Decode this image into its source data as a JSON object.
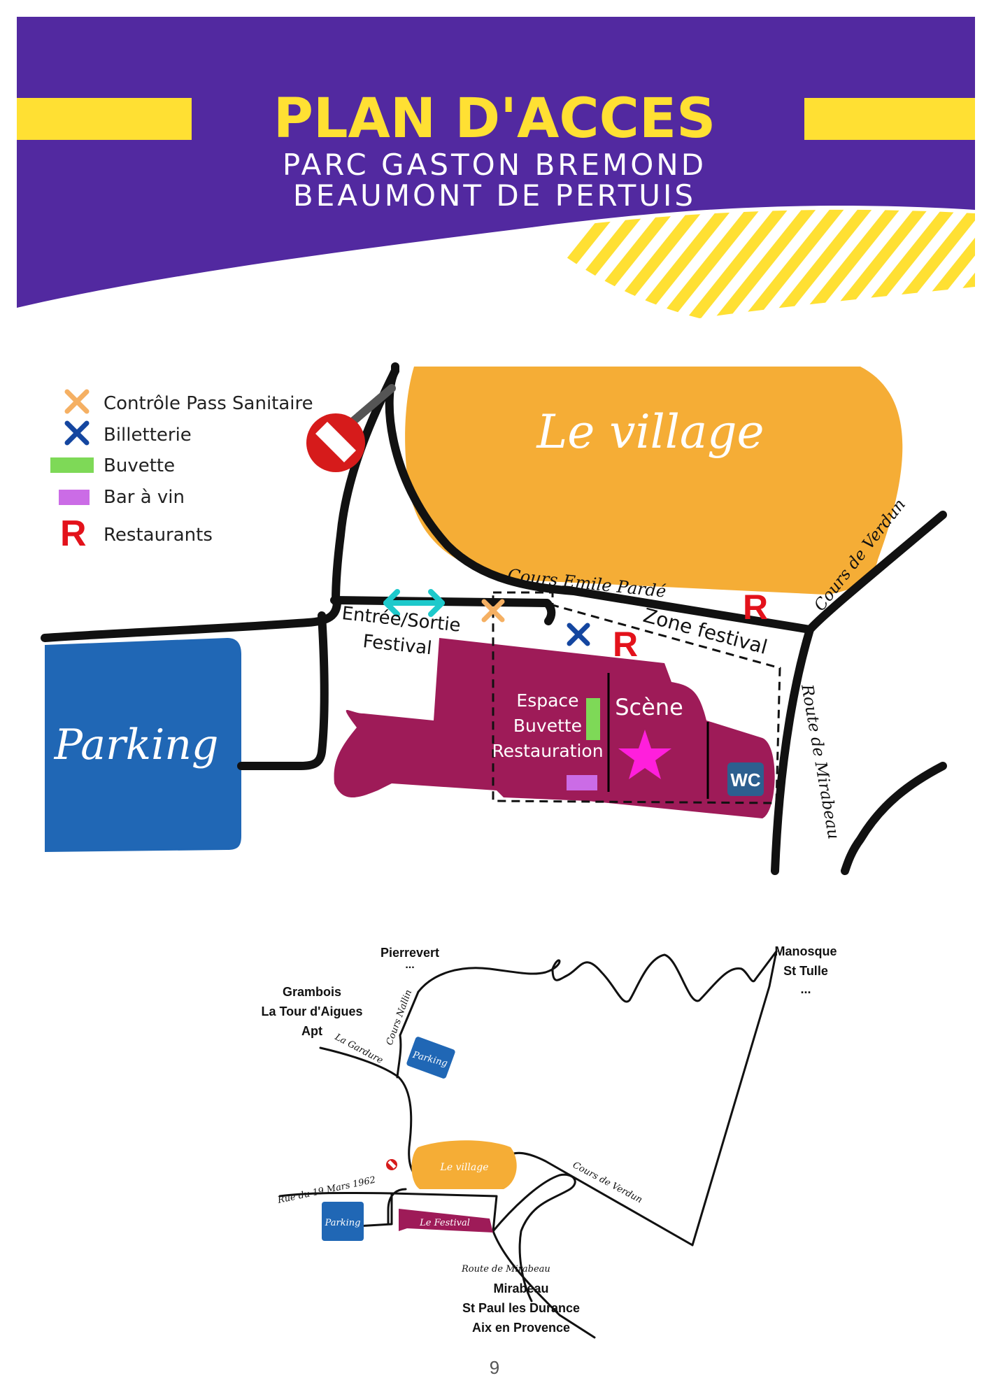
{
  "header": {
    "title": "PLAN D'ACCES",
    "subtitle_line1": "PARC GASTON BREMOND",
    "subtitle_line2": "BEAUMONT DE PERTUIS",
    "colors": {
      "band": "#5229a0",
      "accent": "#ffe033"
    }
  },
  "legend": [
    {
      "symbol": "orange-cross-icon",
      "color": "#f5b063",
      "label": "Contrôle Pass Sanitaire"
    },
    {
      "symbol": "blue-cross-icon",
      "color": "#1446a0",
      "label": "Billetterie"
    },
    {
      "symbol": "green-rect",
      "color": "#7ed957",
      "label": "Buvette"
    },
    {
      "symbol": "violet-rect",
      "color": "#cb6ce6",
      "label": "Bar à vin"
    },
    {
      "symbol": "red-r",
      "color": "#e3121b",
      "label": "Restaurants"
    }
  ],
  "detail_map": {
    "colors": {
      "village": "#f5ad36",
      "festival": "#9e1b58",
      "parking": "#2067b5",
      "star": "#ff1fdc",
      "wc": "#2c5f8f",
      "no_entry": "#d61b1b",
      "exit_arrow": "#1ec9cb"
    },
    "village_label": "Le village",
    "parking_label": "Parking",
    "street_emile_parde": "Cours Emile Pardé",
    "street_verdun": "Cours de Verdun",
    "street_mirabeau": "Route de Mirabeau",
    "entree_sortie": [
      "Entrée/Sortie",
      "Festival"
    ],
    "zone_festival": "Zone festival",
    "espace": [
      "Espace",
      "Buvette",
      "Restauration"
    ],
    "scene": "Scène",
    "wc": "WC",
    "restaurant_marker": "R"
  },
  "overview_map": {
    "pierrevert": "Pierrevert",
    "pierrevert_more": "...",
    "north_east": [
      "Manosque",
      "St Tulle",
      "..."
    ],
    "north_west": [
      "Grambois",
      "La Tour d'Aigues",
      "Apt"
    ],
    "south": [
      "Mirabeau",
      "St Paul les Durance",
      "Aix en Provence"
    ],
    "street_la_gardure": "La Gardure",
    "street_nallin": "Cours Nallin",
    "street_19_mars": "Rue du 19 Mars 1962",
    "street_verdun": "Cours de Verdun",
    "street_mirabeau": "Route de Mirabeau",
    "parking_label": "Parking",
    "village_label": "Le village",
    "festival_label": "Le Festival"
  },
  "page_number": "9"
}
